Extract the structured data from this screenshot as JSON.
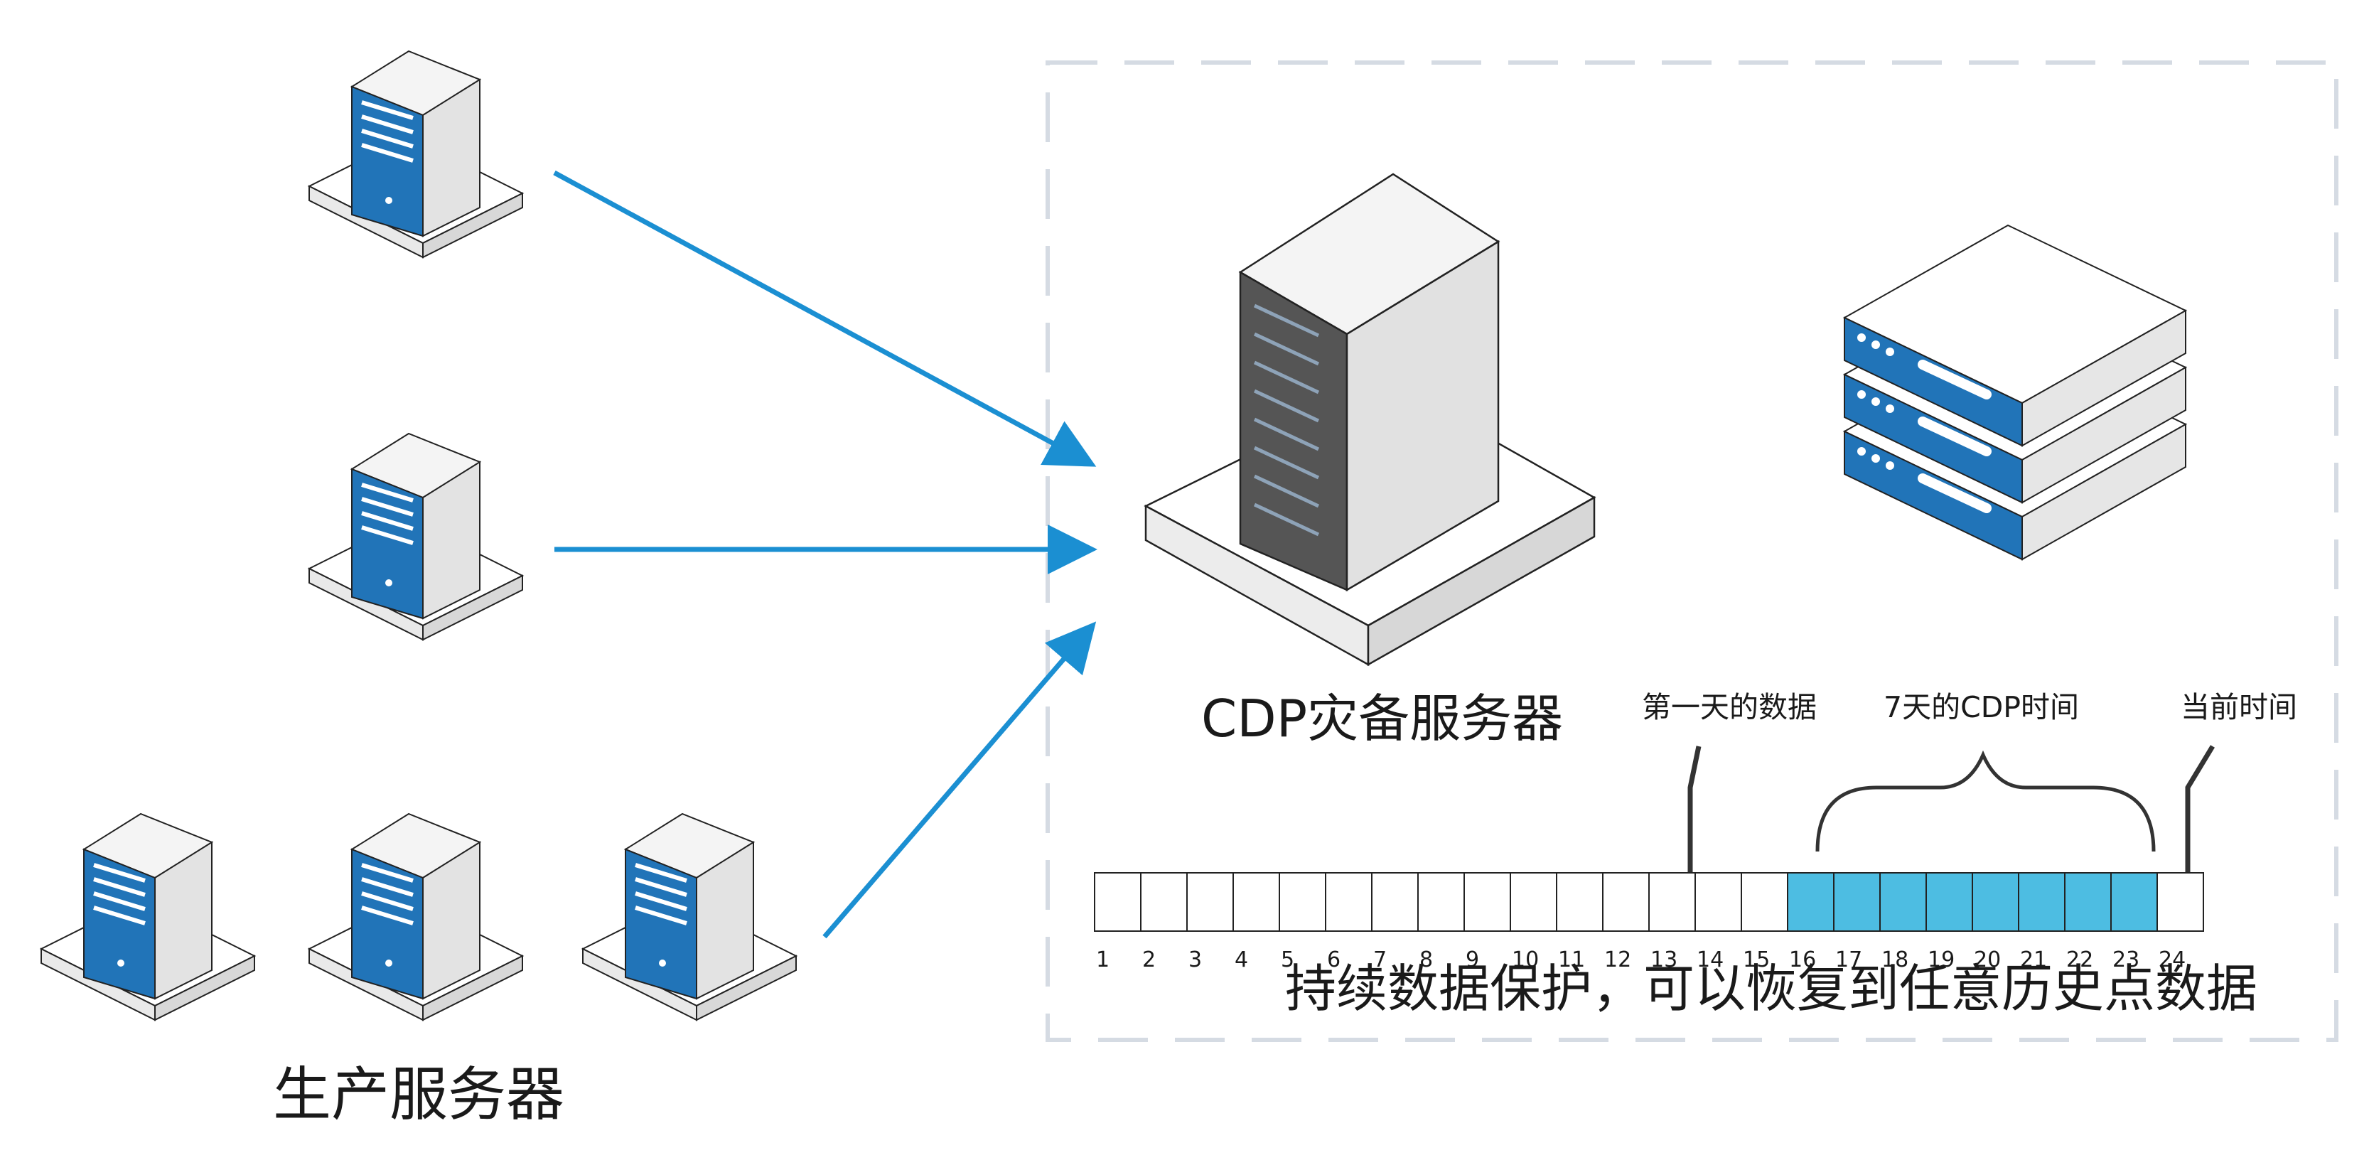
{
  "labels": {
    "production_servers": "生产服务器",
    "cdp_server": "CDP灾备服务器",
    "first_day_data": "第一天的数据",
    "cdp_window": "7天的CDP时间",
    "current_time": "当前时间",
    "cdp_caption": "持续数据保护，可以恢复到任意历史点数据"
  },
  "timeline": {
    "segments": [
      {
        "label": "1",
        "highlight": false
      },
      {
        "label": "2",
        "highlight": false
      },
      {
        "label": "3",
        "highlight": false
      },
      {
        "label": "4",
        "highlight": false
      },
      {
        "label": "5",
        "highlight": false
      },
      {
        "label": "6",
        "highlight": false
      },
      {
        "label": "7",
        "highlight": false
      },
      {
        "label": "8",
        "highlight": false
      },
      {
        "label": "9",
        "highlight": false
      },
      {
        "label": "10",
        "highlight": false
      },
      {
        "label": "11",
        "highlight": false
      },
      {
        "label": "12",
        "highlight": false
      },
      {
        "label": "13",
        "highlight": false
      },
      {
        "label": "14",
        "highlight": false
      },
      {
        "label": "15",
        "highlight": false
      },
      {
        "label": "16",
        "highlight": true
      },
      {
        "label": "17",
        "highlight": true
      },
      {
        "label": "18",
        "highlight": true
      },
      {
        "label": "19",
        "highlight": true
      },
      {
        "label": "20",
        "highlight": true
      },
      {
        "label": "21",
        "highlight": true
      },
      {
        "label": "22",
        "highlight": true
      },
      {
        "label": "23",
        "highlight": true
      },
      {
        "label": "24",
        "highlight": false
      }
    ]
  },
  "colors": {
    "arrow": "#1b8fd2",
    "server_blue": "#2174b8",
    "timeline_highlight": "#4dbde2",
    "dashed_border": "#d5dbe3",
    "outline": "#222222"
  }
}
